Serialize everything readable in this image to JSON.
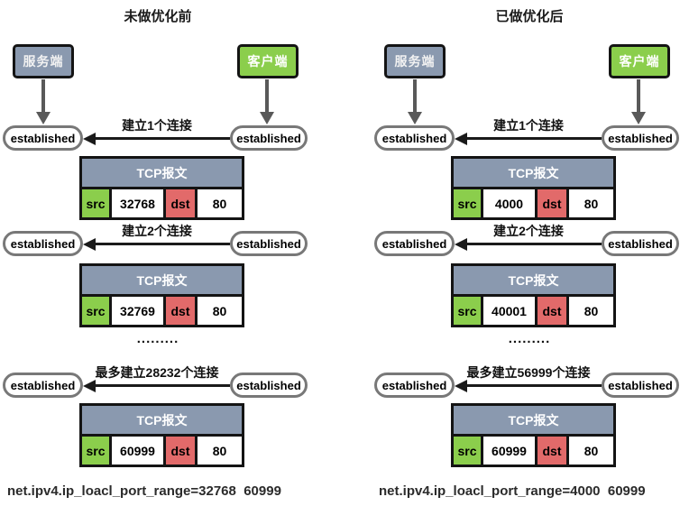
{
  "colors": {
    "server_fill": "#8a99af",
    "client_fill": "#8bce4c",
    "src_fill": "#8bce4c",
    "dst_fill": "#e26a6a",
    "header_fill": "#8a99af",
    "stadium_border": "#787878",
    "arrow_gray": "#595959",
    "border_black": "#141414"
  },
  "columns": [
    {
      "title": "未做优化前",
      "server_label": "服务端",
      "client_label": "客户端",
      "established_label": "established",
      "connections": [
        {
          "label": "建立1个连接",
          "tcp_header": "TCP报文",
          "src_label": "src",
          "src_port": "32768",
          "dst_label": "dst",
          "dst_port": "80"
        },
        {
          "label": "建立2个连接",
          "tcp_header": "TCP报文",
          "src_label": "src",
          "src_port": "32769",
          "dst_label": "dst",
          "dst_port": "80"
        },
        {
          "label": "最多建立28232个连接",
          "tcp_header": "TCP报文",
          "src_label": "src",
          "src_port": "60999",
          "dst_label": "dst",
          "dst_port": "80"
        }
      ],
      "ellipsis": ".........",
      "sysctl": "net.ipv4.ip_loacl_port_range=32768  60999"
    },
    {
      "title": "已做优化后",
      "server_label": "服务端",
      "client_label": "客户端",
      "established_label": "established",
      "connections": [
        {
          "label": "建立1个连接",
          "tcp_header": "TCP报文",
          "src_label": "src",
          "src_port": "4000",
          "dst_label": "dst",
          "dst_port": "80"
        },
        {
          "label": "建立2个连接",
          "tcp_header": "TCP报文",
          "src_label": "src",
          "src_port": "40001",
          "dst_label": "dst",
          "dst_port": "80"
        },
        {
          "label": "最多建立56999个连接",
          "tcp_header": "TCP报文",
          "src_label": "src",
          "src_port": "60999",
          "dst_label": "dst",
          "dst_port": "80"
        }
      ],
      "ellipsis": ".........",
      "sysctl": "net.ipv4.ip_loacl_port_range=4000  60999"
    }
  ]
}
